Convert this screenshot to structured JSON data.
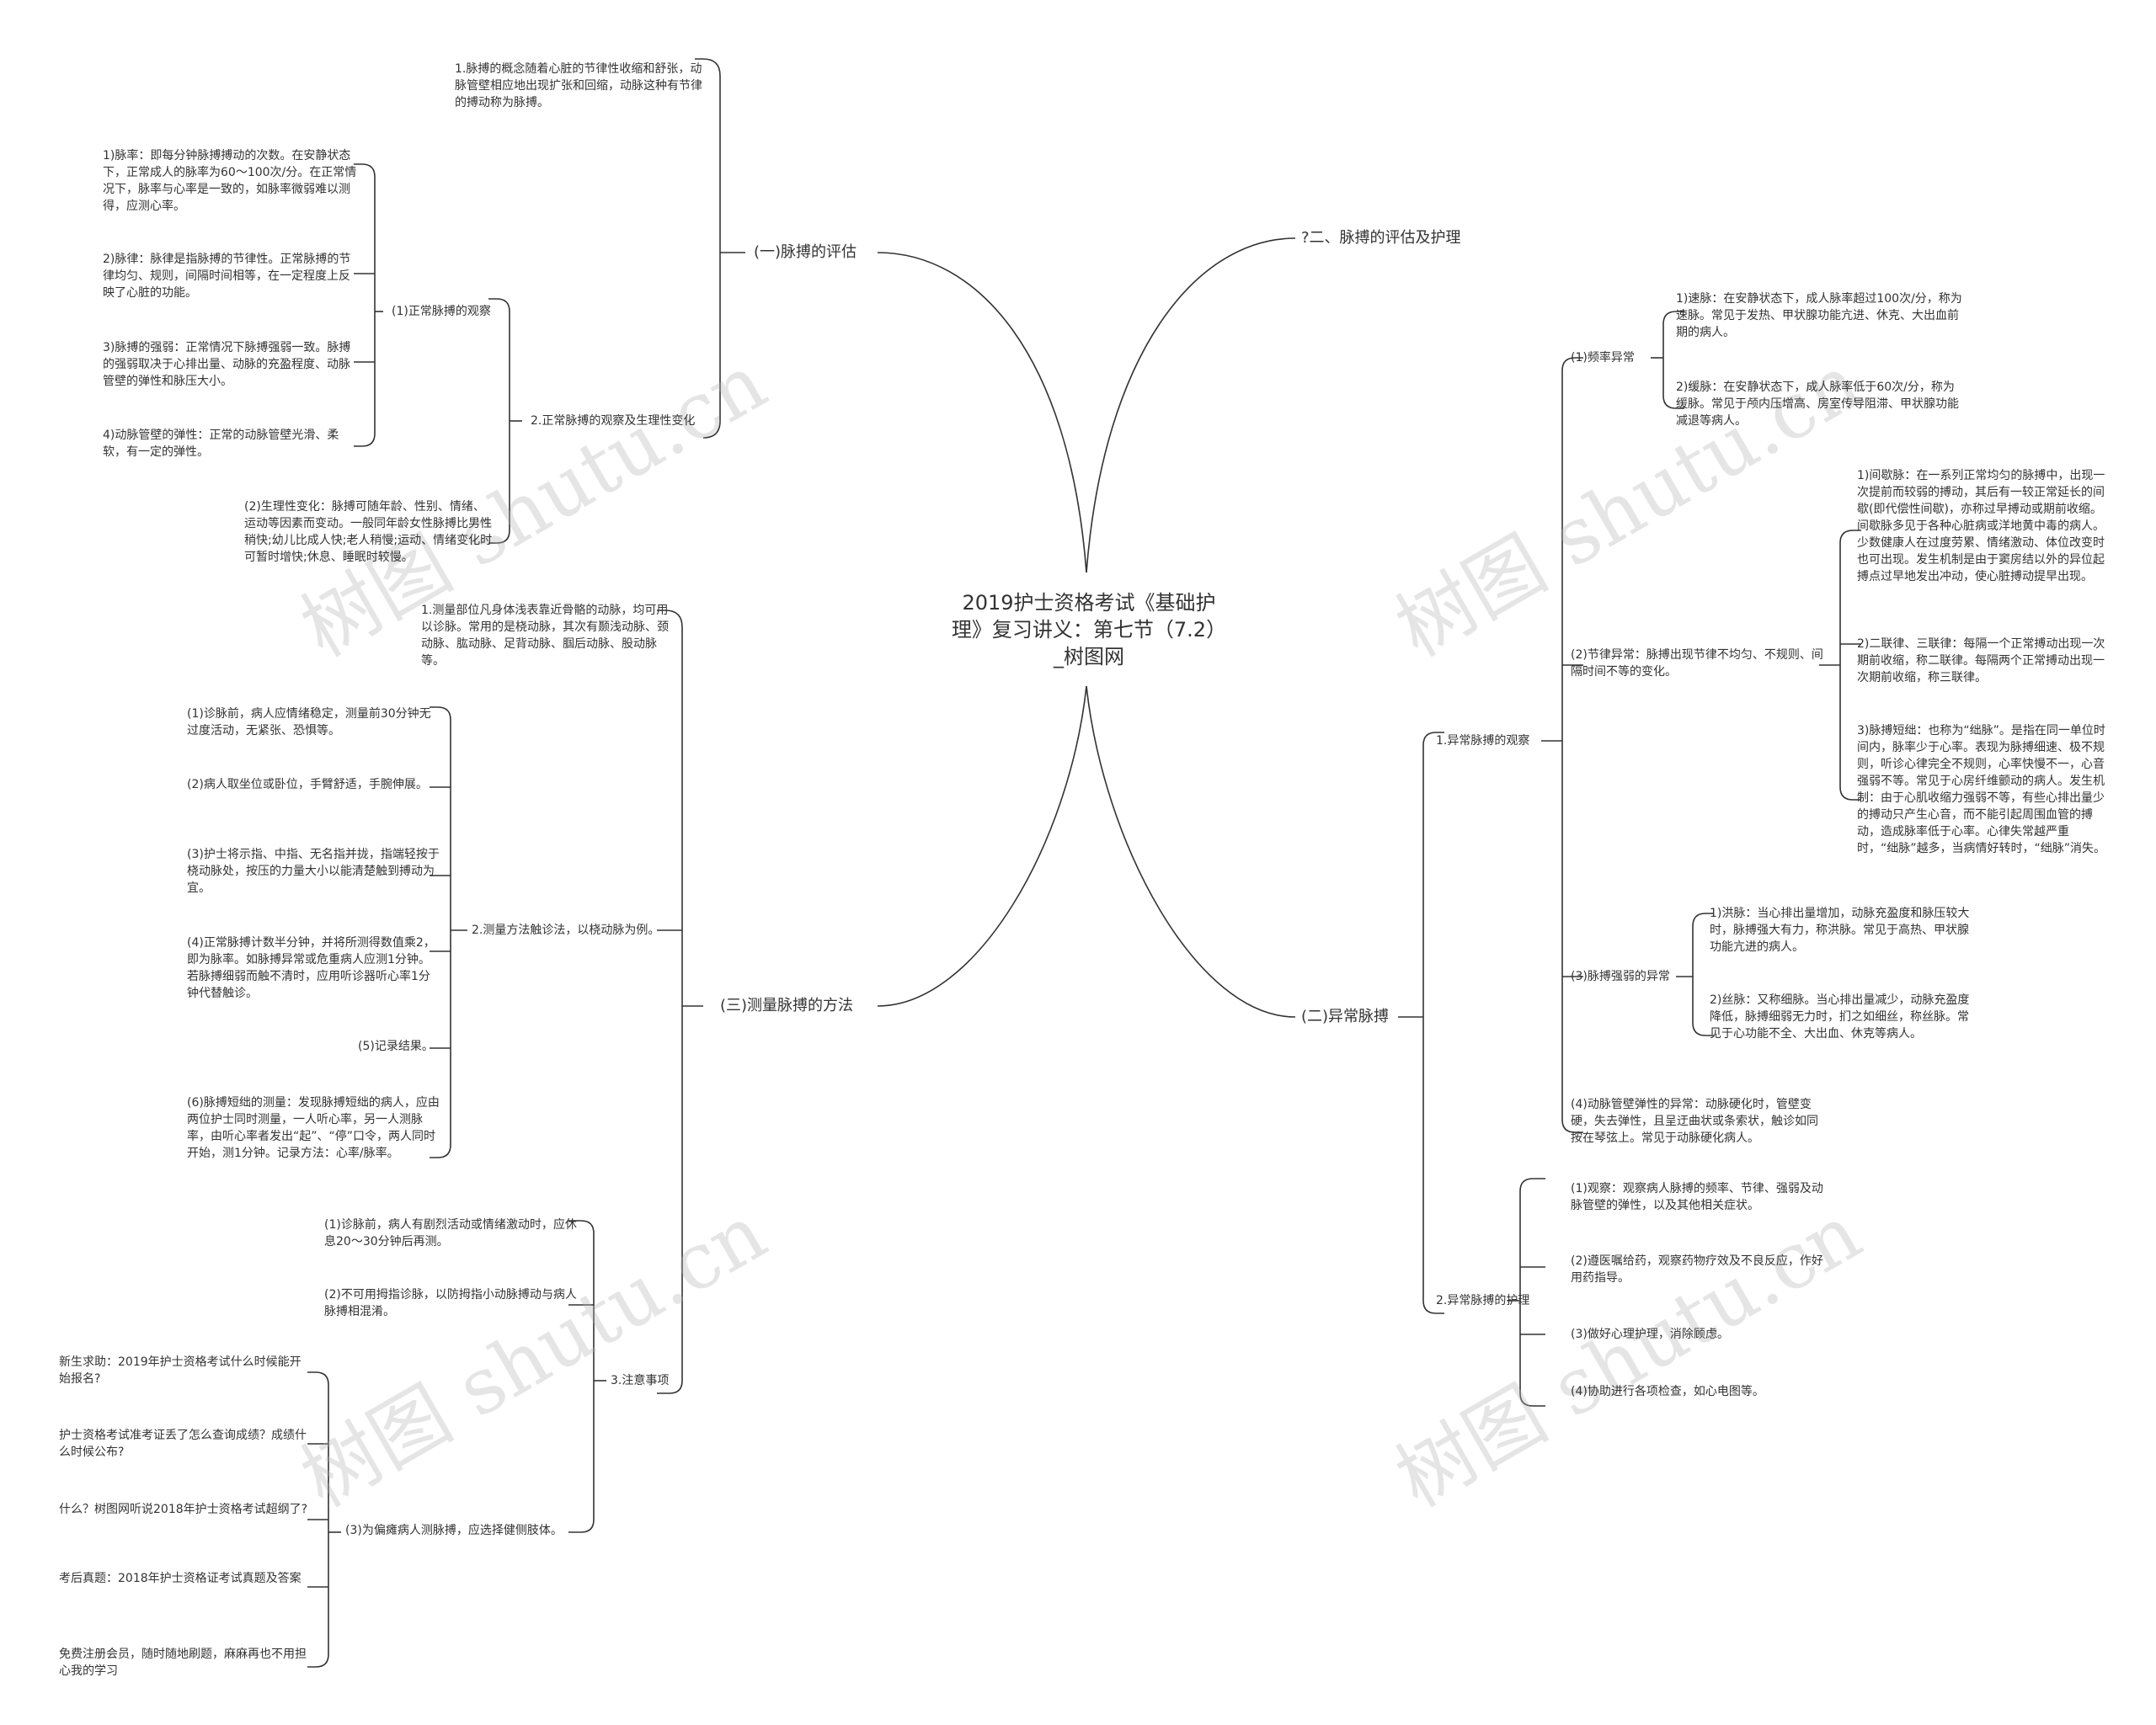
{
  "root": "2019护士资格考试《基础护理》复习讲义：第七节（7.2）_树图网",
  "watermark": "树图 shutu.cn",
  "left": {
    "b1": {
      "title": "(一)脉搏的评估",
      "c1": "1.脉搏的概念随着心脏的节律性收缩和舒张，动脉管壁相应地出现扩张和回缩，动脉这种有节律的搏动称为脉搏。",
      "c2": {
        "title": "2.正常脉搏的观察及生理性变化",
        "g1": {
          "title": "(1)正常脉搏的观察",
          "items": [
            "1)脉率：即每分钟脉搏搏动的次数。在安静状态下，正常成人的脉率为60～100次/分。在正常情况下，脉率与心率是一致的，如脉率微弱难以测得，应测心率。",
            "2)脉律：脉律是指脉搏的节律性。正常脉搏的节律均匀、规则，间隔时间相等，在一定程度上反映了心脏的功能。",
            "3)脉搏的强弱：正常情况下脉搏强弱一致。脉搏的强弱取决于心排出量、动脉的充盈程度、动脉管壁的弹性和脉压大小。",
            "4)动脉管壁的弹性：正常的动脉管壁光滑、柔软，有一定的弹性。"
          ]
        },
        "g2": "(2)生理性变化：脉搏可随年龄、性别、情绪、运动等因素而变动。一般同年龄女性脉搏比男性稍快;幼儿比成人快;老人稍慢;运动、情绪变化时可暂时增快;休息、睡眠时较慢。"
      }
    },
    "b2": {
      "title": "(三)测量脉搏的方法",
      "c1": "1.测量部位凡身体浅表靠近骨骼的动脉，均可用以诊脉。常用的是桡动脉，其次有颞浅动脉、颈动脉、肱动脉、足背动脉、腘后动脉、股动脉等。",
      "c2": {
        "title": "2.测量方法触诊法，以桡动脉为例。",
        "items": [
          "(1)诊脉前，病人应情绪稳定，测量前30分钟无过度活动，无紧张、恐惧等。",
          "(2)病人取坐位或卧位，手臂舒适，手腕伸展。",
          "(3)护士将示指、中指、无名指并拢，指端轻按于桡动脉处，按压的力量大小以能清楚触到搏动为宜。",
          "(4)正常脉搏计数半分钟，并将所测得数值乘2，即为脉率。如脉搏异常或危重病人应测1分钟。若脉搏细弱而触不清时，应用听诊器听心率1分钟代替触诊。",
          "(5)记录结果。",
          "(6)脉搏短绌的测量：发现脉搏短绌的病人，应由两位护士同时测量，一人听心率，另一人测脉率，由听心率者发出“起”、“停”口令，两人同时开始，测1分钟。记录方法：心率/脉率。"
        ]
      },
      "c3": {
        "title": "3.注意事项",
        "items": [
          "(1)诊脉前，病人有剧烈活动或情绪激动时，应休息20～30分钟后再测。",
          "(2)不可用拇指诊脉，以防拇指小动脉搏动与病人脉搏相混淆。"
        ],
        "g3": {
          "title": "(3)为偏瘫病人测脉搏，应选择健侧肢体。",
          "items": [
            "新生求助：2019年护士资格考试什么时候能开始报名?",
            "护士资格考试准考证丢了怎么查询成绩？成绩什么时候公布?",
            "什么？树图网听说2018年护士资格考试超纲了?",
            "考后真题：2018年护士资格证考试真题及答案",
            "免费注册会员，随时随地刷题，麻麻再也不用担心我的学习"
          ]
        }
      }
    }
  },
  "right": {
    "b1": {
      "title": "?二、脉搏的评估及护理"
    },
    "b2": {
      "title": "(二)异常脉搏",
      "c1": {
        "title": "1.异常脉搏的观察",
        "g1": {
          "title": "(1)频率异常",
          "items": [
            "1)速脉：在安静状态下，成人脉率超过100次/分，称为速脉。常见于发热、甲状腺功能亢进、休克、大出血前期的病人。",
            "2)缓脉：在安静状态下，成人脉率低于60次/分，称为缓脉。常见于颅内压增高、房室传导阻滞、甲状腺功能减退等病人。"
          ]
        },
        "g2": {
          "title": "(2)节律异常：脉搏出现节律不均匀、不规则、间隔时间不等的变化。",
          "items": [
            "1)间歇脉：在一系列正常均匀的脉搏中，出现一次提前而较弱的搏动，其后有一较正常延长的间歇(即代偿性间歇)，亦称过早搏动或期前收缩。间歇脉多见于各种心脏病或洋地黄中毒的病人。少数健康人在过度劳累、情绪激动、体位改变时也可出现。发生机制是由于窦房结以外的异位起搏点过早地发出冲动，使心脏搏动提早出现。",
            "2)二联律、三联律：每隔一个正常搏动出现一次期前收缩，称二联律。每隔两个正常搏动出现一次期前收缩，称三联律。",
            "3)脉搏短绌：也称为“绌脉”。是指在同一单位时间内，脉率少于心率。表现为脉搏细速、极不规则，听诊心律完全不规则，心率快慢不一，心音强弱不等。常见于心房纤维颤动的病人。发生机制：由于心肌收缩力强弱不等，有些心排出量少的搏动只产生心音，而不能引起周围血管的搏动，造成脉率低于心率。心律失常越严重时，“绌脉”越多，当病情好转时，“绌脉”消失。"
          ]
        },
        "g3": {
          "title": "(3)脉搏强弱的异常",
          "items": [
            "1)洪脉：当心排出量增加，动脉充盈度和脉压较大时，脉搏强大有力，称洪脉。常见于高热、甲状腺功能亢进的病人。",
            "2)丝脉：又称细脉。当心排出量减少，动脉充盈度降低，脉搏细弱无力时，扪之如细丝，称丝脉。常见于心功能不全、大出血、休克等病人。"
          ]
        },
        "g4": "(4)动脉管壁弹性的异常：动脉硬化时，管壁变硬，失去弹性，且呈迂曲状或条索状，触诊如同按在琴弦上。常见于动脉硬化病人。"
      },
      "c2": {
        "title": "2.异常脉搏的护理",
        "items": [
          "(1)观察：观察病人脉搏的频率、节律、强弱及动脉管壁的弹性，以及其他相关症状。",
          "(2)遵医嘱给药，观察药物疗效及不良反应，作好用药指导。",
          "(3)做好心理护理，消除顾虑。",
          "(4)协助进行各项检查，如心电图等。"
        ]
      }
    }
  }
}
